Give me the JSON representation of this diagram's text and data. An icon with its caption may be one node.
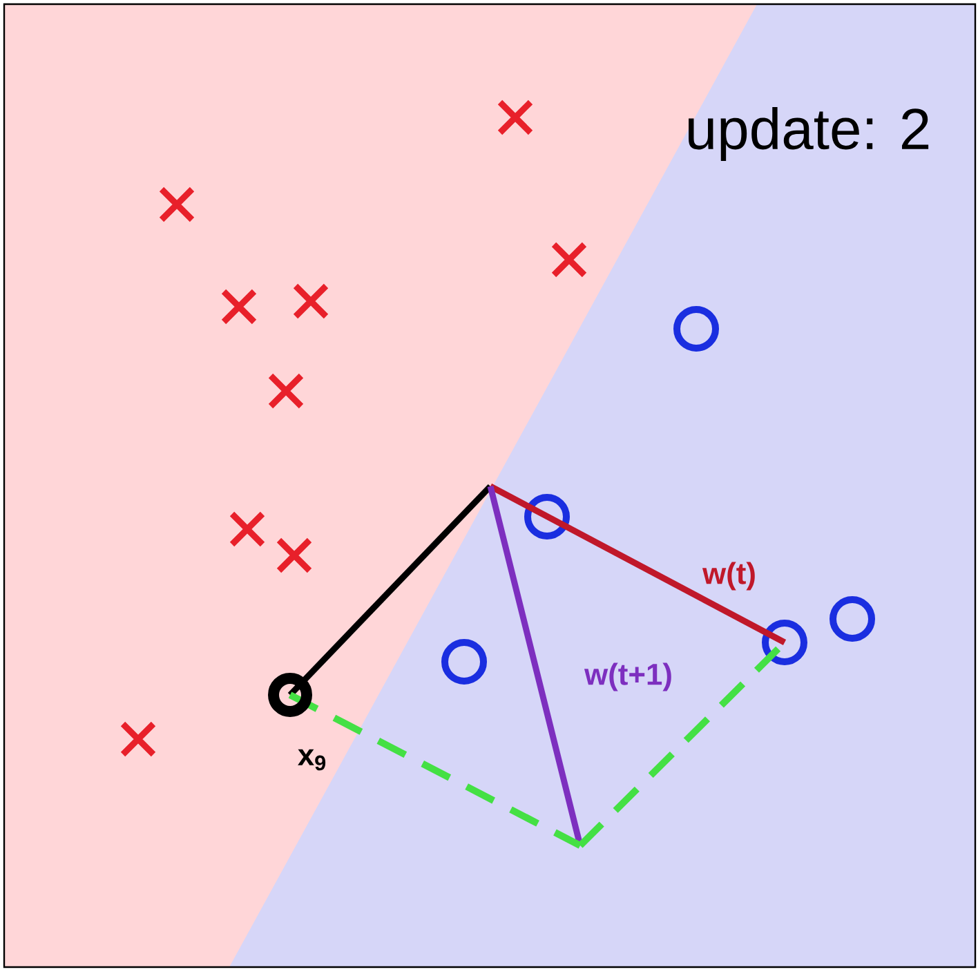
{
  "diagram": {
    "labels": [
      "update: 2",
      "w(t)",
      "w(t+1)",
      "x$_{9}$"
    ]
  }
}
